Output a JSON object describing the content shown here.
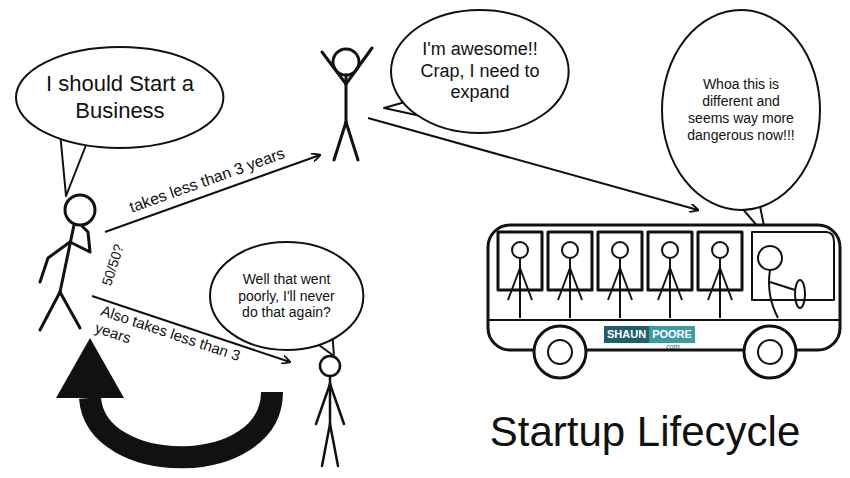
{
  "diagram": {
    "title": "Startup Lifecycle",
    "nodes": [
      {
        "text": [
          "I should Start a Business"
        ]
      },
      {
        "text": [
          "I'm awesome!! Crap, I need to expand"
        ]
      },
      {
        "text": [
          "Whoa this is different and seems way more dangerous now!!!"
        ]
      },
      {
        "text": [
          "Well that went poorly, I'll never do that again?"
        ]
      }
    ],
    "labels": [
      "takes less than 3 years",
      "50/50?",
      "Also takes less than 3 years",
      "SHAUN",
      "POORE",
      ".com"
    ]
  }
}
